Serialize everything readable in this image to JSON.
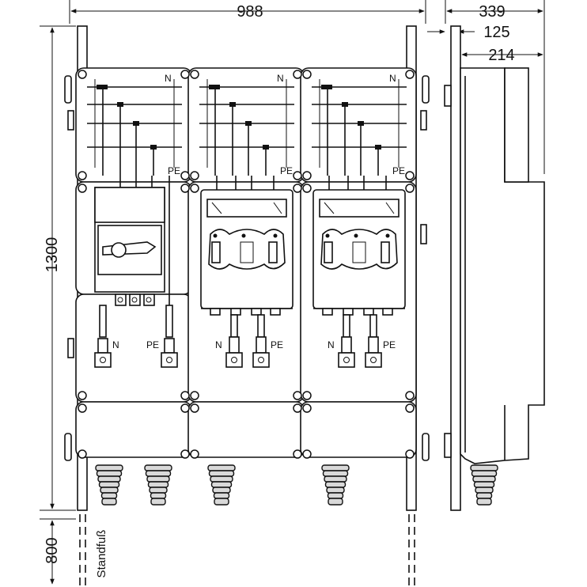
{
  "dimensions": {
    "width_total": "988",
    "depth_total": "339",
    "depth_wall": "125",
    "depth_front": "214",
    "height": "1300",
    "foot_height": "800"
  },
  "labels": {
    "standfuss": "Standfuß",
    "neutral": "N",
    "protective_earth": "PE"
  }
}
